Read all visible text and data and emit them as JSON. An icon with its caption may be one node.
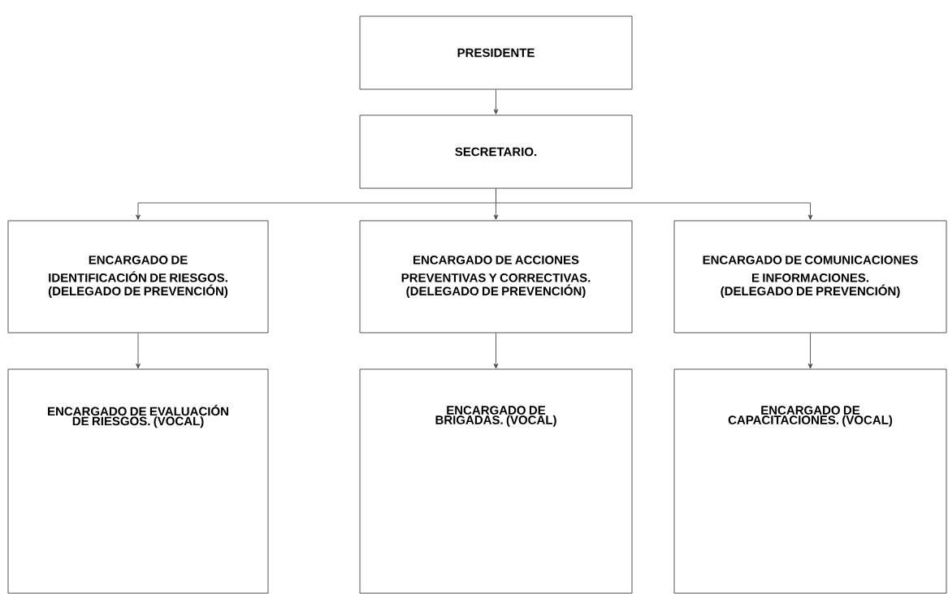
{
  "diagram": {
    "nodes": [
      {
        "text": [
          "PRESIDENTE"
        ]
      },
      {
        "text": [
          "SECRETARIO."
        ]
      },
      {
        "text": [
          "ENCARGADO DE IDENTIFICACIÓN DE RIESGOS.",
          "(DELEGADO DE PREVENCIÓN)"
        ]
      },
      {
        "text": [
          "ENCARGADO DE ACCIONES PREVENTIVAS Y CORRECTIVAS.",
          "(DELEGADO DE PREVENCIÓN)"
        ]
      },
      {
        "text": [
          "ENCARGADO DE COMUNICACIONES E INFORMACIONES.",
          "(DELEGADO DE PREVENCIÓN)"
        ]
      },
      {
        "text": [
          "ENCARGADO DE EVALUACIÓN DE RIESGOS. (VOCAL)"
        ]
      },
      {
        "text": [
          "ENCARGADO DE BRIGADAS. (VOCAL)"
        ]
      },
      {
        "text": [
          "ENCARGADO DE CAPACITACIONES. (VOCAL)"
        ]
      }
    ],
    "edges": [
      {
        "from": 0,
        "to": 1,
        "arrow": "to"
      },
      {
        "from": 1,
        "to": 2,
        "arrow": "to"
      },
      {
        "from": 1,
        "to": 3,
        "arrow": "to"
      },
      {
        "from": 1,
        "to": 4,
        "arrow": "to"
      },
      {
        "from": 2,
        "to": 5,
        "arrow": "to"
      },
      {
        "from": 3,
        "to": 6,
        "arrow": "to"
      },
      {
        "from": 4,
        "to": 7,
        "arrow": "to"
      }
    ]
  }
}
